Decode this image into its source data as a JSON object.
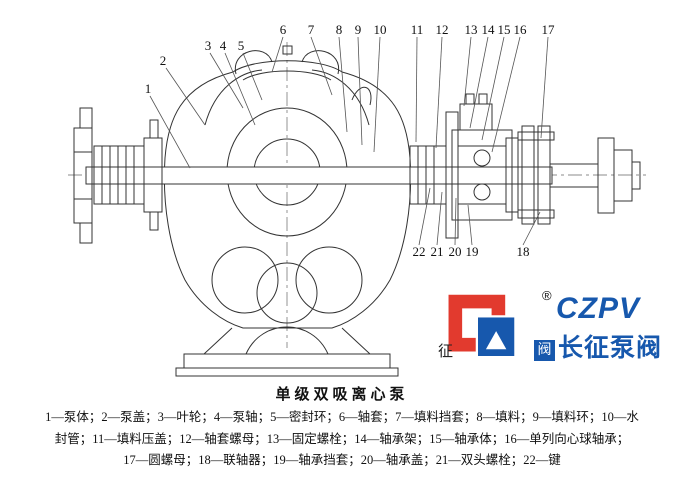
{
  "title": "单级双吸离心泵",
  "legend": {
    "line1": "1—泵体；2—泵盖；3—叶轮；4—泵轴；5—密封环；6—轴套；7—填料挡套；8—填料；9—填料环；10—水",
    "line2": "封管；11—填料压盖；12—轴套螺母；13—固定螺栓；14—轴承架；15—轴承体；16—单列向心球轴承；",
    "line3": "17—圆螺母；18—联轴器；19—轴承挡套；20—轴承盖；21—双头螺栓；22—键"
  },
  "callouts": {
    "c1": "1",
    "c2": "2",
    "c3": "3",
    "c4": "4",
    "c5": "5",
    "c6": "6",
    "c7": "7",
    "c8": "8",
    "c9": "9",
    "c10": "10",
    "c11": "11",
    "c12": "12",
    "c13": "13",
    "c14": "14",
    "c15": "15",
    "c16": "16",
    "c17": "17",
    "c18": "18",
    "c19": "19",
    "c20": "20",
    "c21": "21",
    "c22": "22"
  },
  "logo": {
    "reg": "®",
    "brand": "CZPV",
    "cn_name": "长征泵阀",
    "watermark_left": "征",
    "watermark_right": "阀",
    "colors": {
      "brand_blue": "#1758ad",
      "brand_red": "#e23a2e"
    }
  }
}
